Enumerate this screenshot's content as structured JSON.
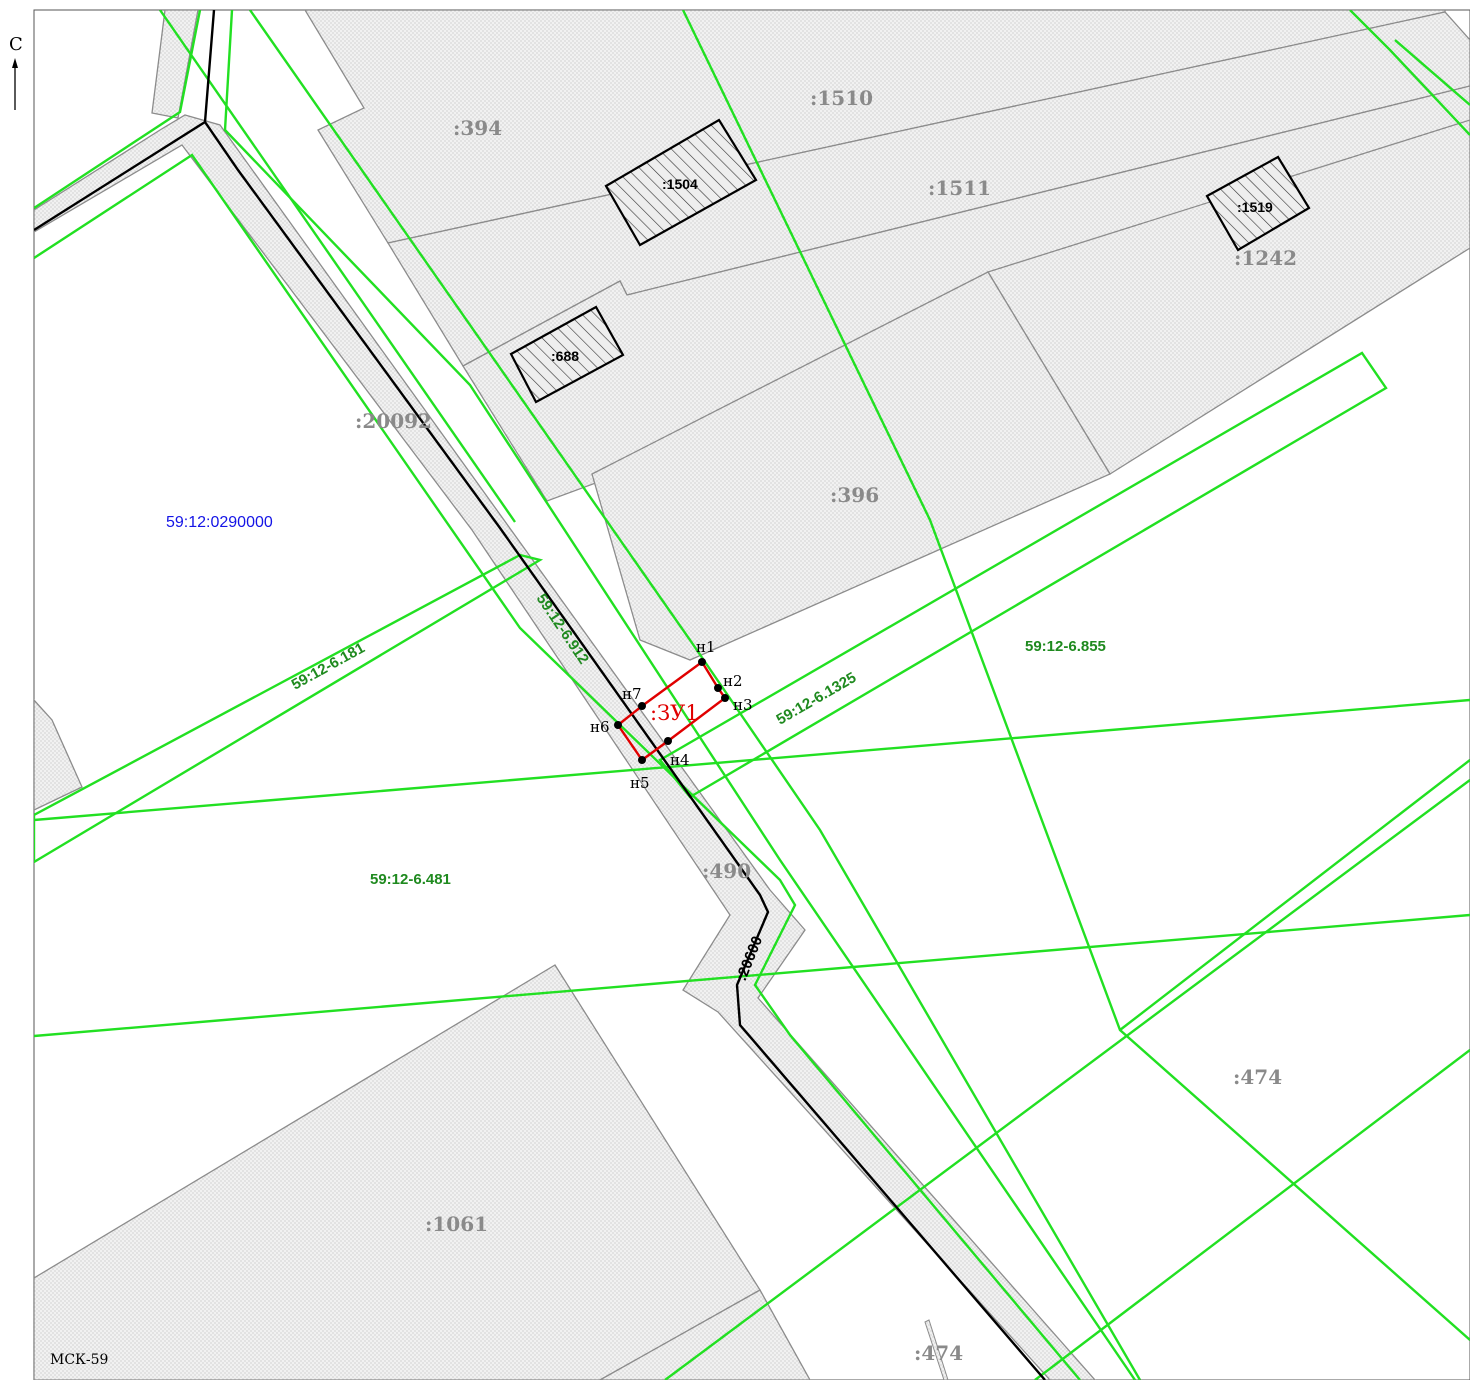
{
  "north": {
    "letter": "С"
  },
  "coordinate_system": "МСК-59",
  "cadastral_quarter": "59:12:0290000",
  "parcels": [
    ":394",
    ":1510",
    ":1511",
    ":1242",
    ":396",
    ":20092",
    ":490",
    ":474",
    ":1061",
    ":474"
  ],
  "buildings": [
    ":1504",
    ":1519",
    ":688"
  ],
  "zones": [
    "59:12-6.181",
    "59:12-6.912",
    "59:12-6.1325",
    "59:12-6.855",
    "59:12-6.481"
  ],
  "road": ":20600",
  "plot": {
    "label": ":ЗУ1",
    "points": [
      "н1",
      "н2",
      "н3",
      "н4",
      "н5",
      "н6",
      "н7"
    ]
  },
  "colors": {
    "zone_line": "#22e022",
    "zone_text": "#1f8a1f",
    "parcel_line": "#8c8c8c",
    "parcel_text": "#8a8a8a",
    "plot_boundary": "#e00000",
    "quarter_text": "#1414e6",
    "road_axis": "#000000"
  }
}
